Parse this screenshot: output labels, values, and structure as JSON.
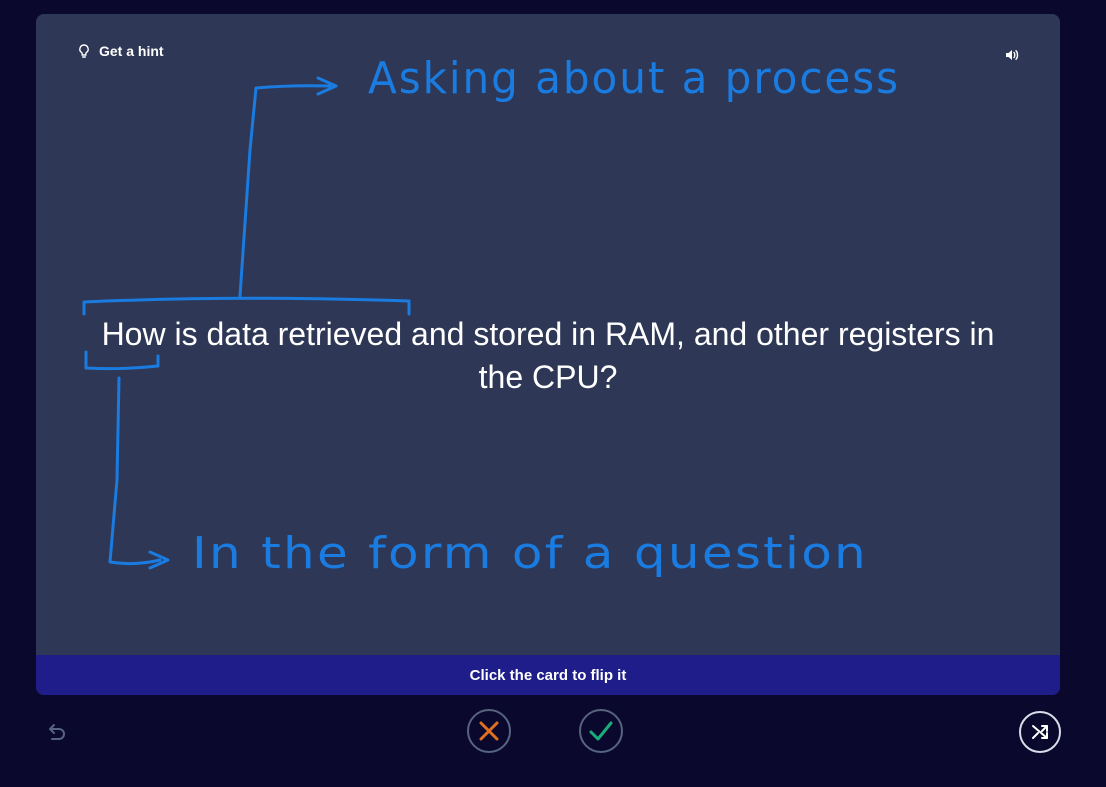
{
  "card": {
    "hint_label": "Get a hint",
    "question": "How is data retrieved and stored in RAM, and other registers in the CPU?",
    "flip_instruction": "Click the card to flip it"
  },
  "annotations": {
    "top_note": "Asking about a process",
    "bottom_note": "In the form of a question",
    "ink_color": "#1a7be0"
  },
  "controls": {
    "undo_icon": "undo-icon",
    "incorrect_icon": "x-icon",
    "correct_icon": "check-icon",
    "shuffle_icon": "shuffle-icon",
    "incorrect_color": "#e0701f",
    "correct_color": "#18ae79"
  }
}
